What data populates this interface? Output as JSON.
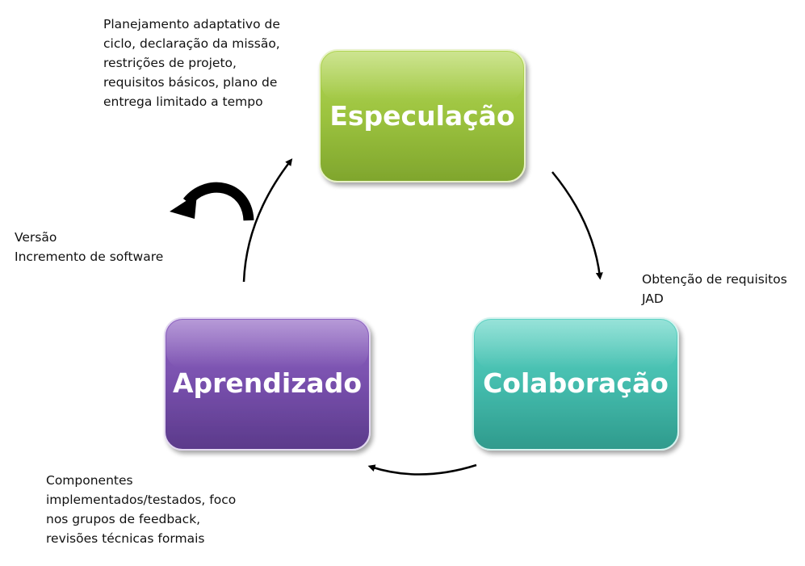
{
  "phases": {
    "especulacao": {
      "label": "Especulação",
      "color": "#95bc3a"
    },
    "colaboracao": {
      "label": "Colaboração",
      "color": "#3fb6a8"
    },
    "aprendizado": {
      "label": "Aprendizado",
      "color": "#6f4a9e"
    }
  },
  "notes": {
    "especulacao": [
      "Planejamento adaptativo de",
      "ciclo, declaração da missão,",
      "restrições de projeto,",
      "requisitos básicos, plano de",
      "entrega limitado a tempo"
    ],
    "colaboracao": [
      "Obtenção de requisitos",
      "JAD"
    ],
    "aprendizado": [
      "Componentes",
      "implementados/testados, foco",
      "nos grupos de feedback,",
      "revisões técnicas formais"
    ],
    "versao": [
      "Versão",
      "Incremento de software"
    ]
  },
  "icons": {
    "cycle_arrows": "curved-arrow",
    "release_arrow": "curved-back-arrow"
  }
}
